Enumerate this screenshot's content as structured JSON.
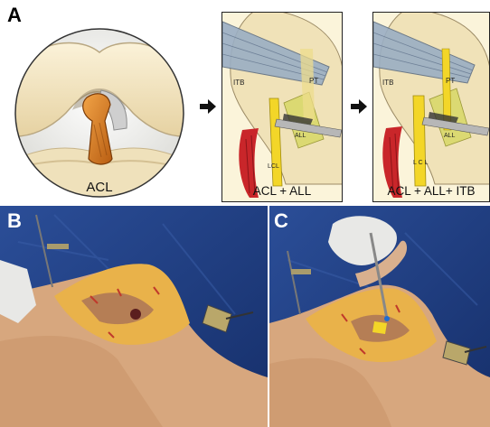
{
  "panels": {
    "a": {
      "letter": "A",
      "circle_label": "ACL",
      "box1_caption": "ACL + ALL",
      "box2_caption": "ACL + ALL+ ITB",
      "box1_labels": {
        "itb": "ITB",
        "pt": "PT",
        "all": "ALL",
        "lcl": "LCL"
      },
      "box2_labels": {
        "itb": "ITB",
        "pt": "PT",
        "all": "ALL",
        "lcl": "L C L"
      }
    },
    "b": {
      "letter": "B"
    },
    "c": {
      "letter": "C"
    }
  },
  "colors": {
    "drape_blue": "#1e3f86",
    "bone": "#f3e4bf",
    "acl_orange": "#e0861c",
    "ligament_yellow": "#f3d628",
    "muscle_red": "#c9262a",
    "skin": "#dcb08a",
    "tissue_yellow": "#e9b24a"
  }
}
